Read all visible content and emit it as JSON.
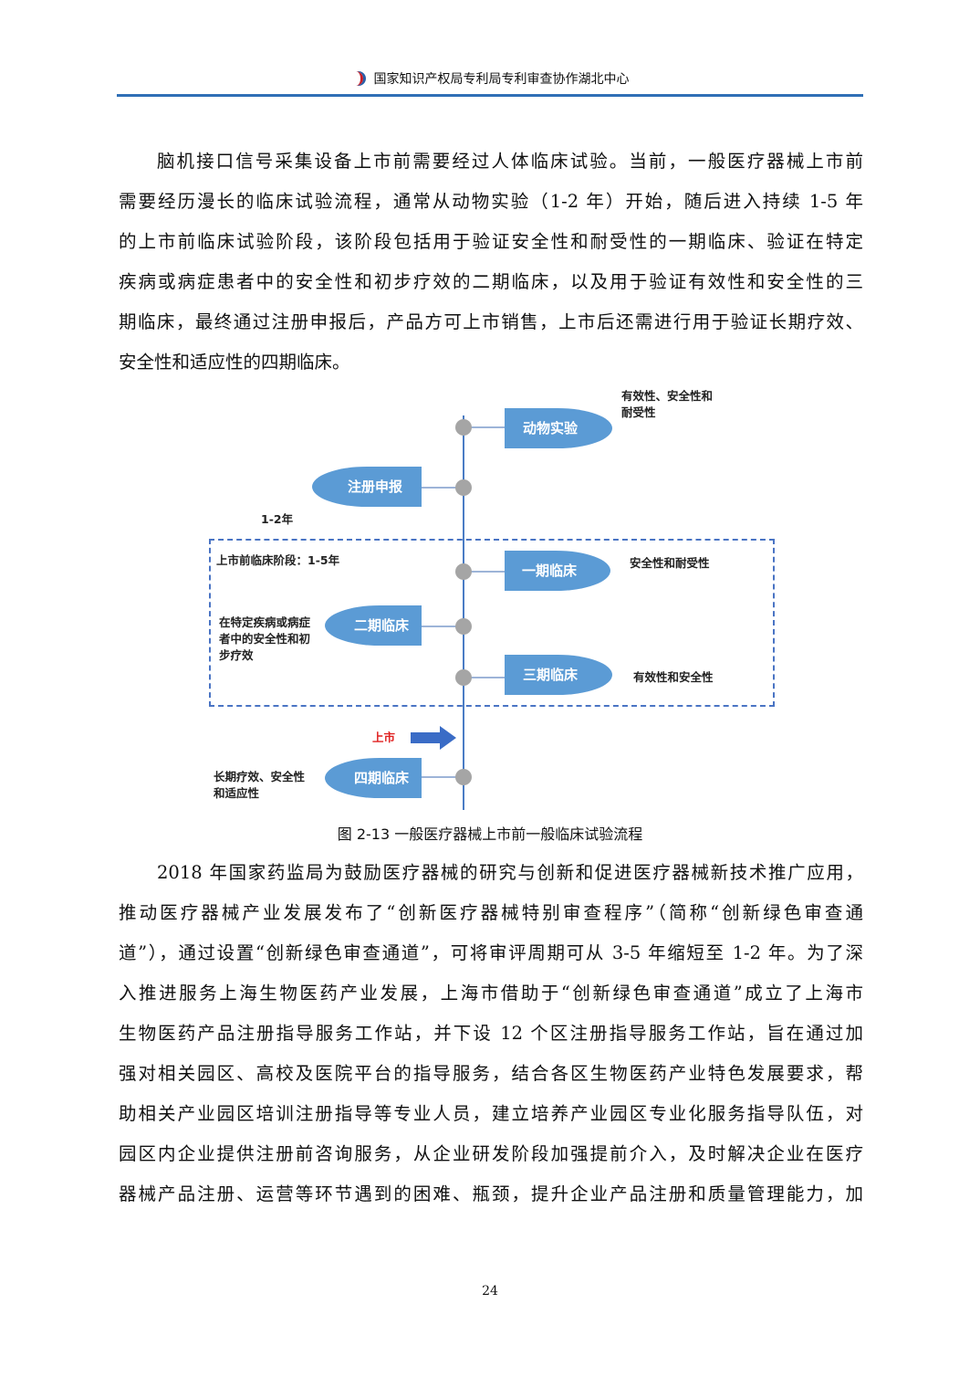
{
  "header": {
    "title": "国家知识产权局专利局专利审查协作湖北中心"
  },
  "paragraph1": [
    "脑机接口信号采集设备上市前需要经过人体临床试验。当前，一般医疗器械上市前",
    "需要经历漫长的临床试验流程，通常从动物实验（1-2 年）开始，随后进入持续 1-5 年",
    "的上市前临床试验阶段，该阶段包括用于验证安全性和耐受性的一期临床、验证在特定",
    "疾病或病症患者中的安全性和初步疗效的二期临床，以及用于验证有效性和安全性的三",
    "期临床，最终通过注册申报后，产品方可上市销售，上市后还需进行用于验证长期疗效、",
    "安全性和适应性的四期临床。"
  ],
  "diagram": {
    "stages": {
      "animal": "动物实验",
      "register": "注册申报",
      "phase1": "一期临床",
      "phase2": "二期临床",
      "phase3": "三期临床",
      "phase4": "四期临床"
    },
    "notes": {
      "animal": "有效性、安全性和\n耐受性",
      "duration_animal": "1-2年",
      "preclinical_stage": "上市前临床阶段：1-5年",
      "phase1": "安全性和耐受性",
      "phase2": "在特定疾病或病症\n者中的安全性和初\n步疗效",
      "phase3": "有效性和安全性",
      "market": "上市",
      "phase4": "长期疗效、安全性\n和适应性"
    },
    "colors": {
      "shape": "#5b9bd5",
      "axis": "#4a7cc4",
      "dot": "#a5a5a5",
      "market": "#e02020",
      "arrow": "#3a6cc6"
    }
  },
  "caption": "图 2-13  一般医疗器械上市前一般临床试验流程",
  "paragraph2": [
    "2018 年国家药监局为鼓励医疗器械的研究与创新和促进医疗器械新技术推广应用，",
    "推动医疗器械产业发展发布了“创新医疗器械特别审查程序”（简称“创新绿色审查通",
    "道”），通过设置“创新绿色审查通道”，可将审评周期可从 3-5 年缩短至 1-2 年。为了深",
    "入推进服务上海生物医药产业发展，上海市借助于“创新绿色审查通道”成立了上海市",
    "生物医药产品注册指导服务工作站，并下设 12 个区注册指导服务工作站，旨在通过加",
    "强对相关园区、高校及医院平台的指导服务，结合各区生物医药产业特色发展要求，帮",
    "助相关产业园区培训注册指导等专业人员，建立培养产业园区专业化服务指导队伍，对",
    "园区内企业提供注册前咨询服务，从企业研发阶段加强提前介入，及时解决企业在医疗",
    "器械产品注册、运营等环节遇到的困难、瓶颈，提升企业产品注册和质量管理能力，加"
  ],
  "page_number": "24"
}
